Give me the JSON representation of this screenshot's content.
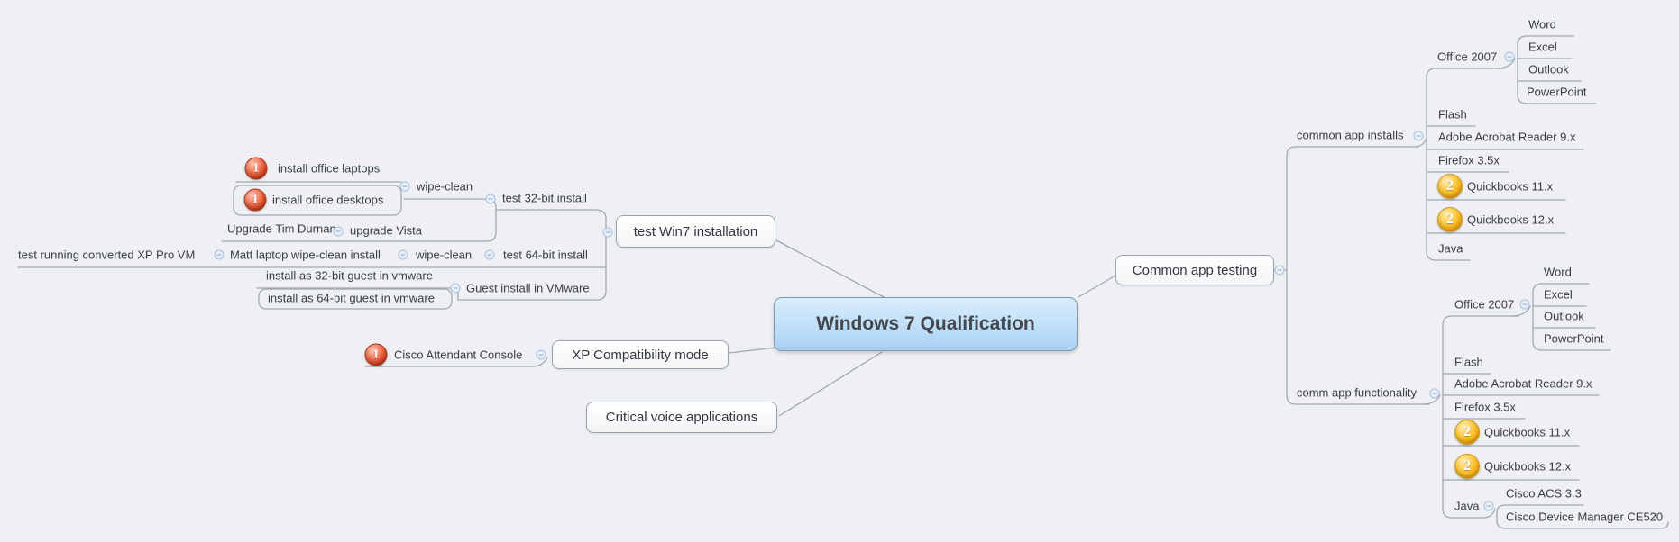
{
  "mindmap": {
    "root": "Windows 7 Qualification",
    "left": {
      "test_win7": "test Win7 installation",
      "test32": "test 32-bit install",
      "wipe_clean_32": "wipe-clean",
      "install_office_laptops": "install office laptops",
      "install_office_desktops": "install office desktops",
      "upgrade_vista": "upgrade Vista",
      "upgrade_tim_durnan": "Upgrade Tim Durnan",
      "test64": "test 64-bit install",
      "wipe_clean_64": "wipe-clean",
      "matt_laptop": "Matt laptop wipe-clean install",
      "test_running_xp": "test running converted XP Pro VM",
      "guest_vmware": "Guest install in VMware",
      "guest32": "install as 32-bit guest in vmware",
      "guest64": "install as 64-bit guest in vmware",
      "xp_compat": "XP Compatibility mode",
      "cisco_attendant": "Cisco Attendant Console",
      "critical_voice": "Critical voice applications"
    },
    "right": {
      "common_app_testing": "Common app testing",
      "common_app_installs": "common app installs",
      "comm_app_functionality": "comm app functionality",
      "office2007": "Office 2007",
      "word": "Word",
      "excel": "Excel",
      "outlook": "Outlook",
      "powerpoint": "PowerPoint",
      "flash": "Flash",
      "acrobat": "Adobe Acrobat Reader 9.x",
      "firefox": "Firefox 3.5x",
      "qb11": "Quickbooks 11.x",
      "qb12": "Quickbooks 12.x",
      "java": "Java",
      "cisco_acs": "Cisco ACS 3.3",
      "cisco_dm": "Cisco Device Manager CE520"
    },
    "markers": {
      "priority1": "1",
      "priority2": "2"
    }
  }
}
